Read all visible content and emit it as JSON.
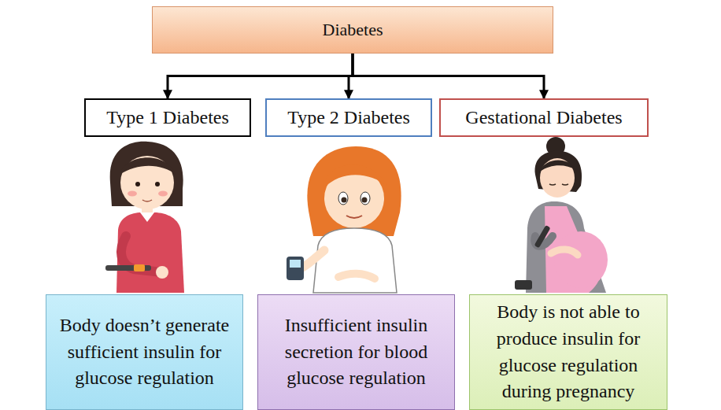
{
  "diagram": {
    "nodes": [
      {
        "text": [
          "Diabetes"
        ]
      },
      {
        "text": [
          "Type 1 Diabetes"
        ]
      },
      {
        "text": [
          "Type 2 Diabetes"
        ]
      },
      {
        "text": [
          "Gestational Diabetes"
        ]
      },
      {
        "text": [
          "Body doesn’t generate sufficient insulin for glucose regulation"
        ]
      },
      {
        "text": [
          "Insufficient insulin secretion for blood glucose regulation"
        ]
      },
      {
        "text": [
          "Body is not able to produce insulin for glucose regulation during pregnancy"
        ]
      }
    ],
    "edges": [
      {
        "from": 0,
        "to": 1,
        "arrow": "to"
      },
      {
        "from": 0,
        "to": 2,
        "arrow": "to"
      },
      {
        "from": 0,
        "to": 3,
        "arrow": "to"
      }
    ]
  }
}
